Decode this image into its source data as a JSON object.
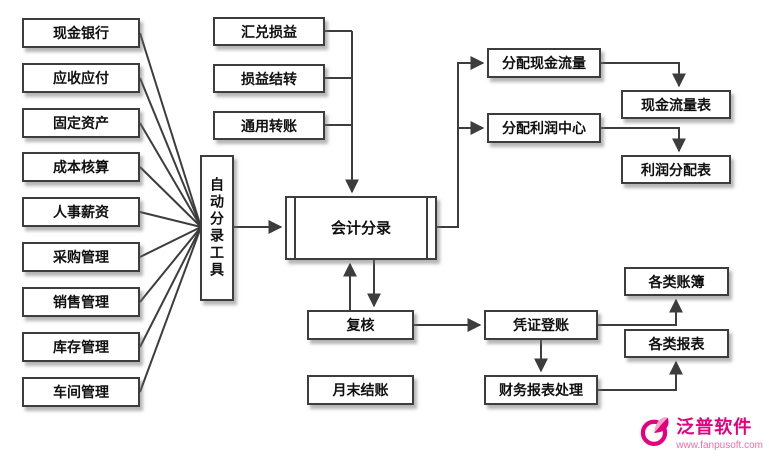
{
  "diagram": {
    "left_modules": [
      {
        "label": "现金银行"
      },
      {
        "label": "应收应付"
      },
      {
        "label": "固定资产"
      },
      {
        "label": "成本核算"
      },
      {
        "label": "人事薪资"
      },
      {
        "label": "采购管理"
      },
      {
        "label": "销售管理"
      },
      {
        "label": "库存管理"
      },
      {
        "label": "车间管理"
      }
    ],
    "tool": {
      "label": "自动分录工具"
    },
    "voucher_sources": [
      {
        "label": "汇兑损益"
      },
      {
        "label": "损益结转"
      },
      {
        "label": "通用转账"
      }
    ],
    "center": {
      "accounting_entry": "会计分录",
      "review": "复核",
      "month_end_closing": "月末结账"
    },
    "allocation": {
      "cash_flow": "分配现金流量",
      "profit_center": "分配利润中心"
    },
    "statements": {
      "cash_flow_statement": "现金流量表",
      "profit_distribution_statement": "利润分配表"
    },
    "posting": {
      "voucher_posting": "凭证登账",
      "financial_report_processing": "财务报表处理"
    },
    "outputs": {
      "ledgers": "各类账簿",
      "reports": "各类报表"
    },
    "line_color": "#3d3d3d"
  },
  "watermark": {
    "brand": "泛普软件",
    "url": "www.fanpusoft.com",
    "accent_color": "#e5007d"
  }
}
